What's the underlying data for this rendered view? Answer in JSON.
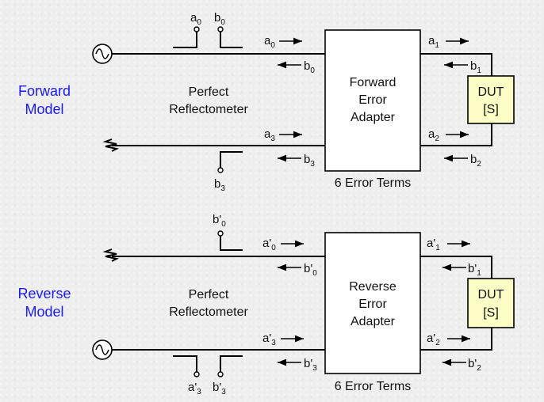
{
  "forward": {
    "model_label_line1": "Forward",
    "model_label_line2": "Model",
    "reflectometer_line1": "Perfect",
    "reflectometer_line2": "Reflectometer",
    "adapter_line1": "Forward",
    "adapter_line2": "Error",
    "adapter_line3": "Adapter",
    "error_terms": "6 Error Terms",
    "dut_line1": "DUT",
    "dut_line2": "[S]",
    "signals": {
      "tap_a0": {
        "base": "a",
        "prime": "",
        "sub": "0"
      },
      "tap_b0": {
        "base": "b",
        "prime": "",
        "sub": "0"
      },
      "a0": {
        "base": "a",
        "prime": "",
        "sub": "0"
      },
      "b0": {
        "base": "b",
        "prime": "",
        "sub": "0"
      },
      "a3": {
        "base": "a",
        "prime": "",
        "sub": "3"
      },
      "b3": {
        "base": "b",
        "prime": "",
        "sub": "3"
      },
      "tap_b3": {
        "base": "b",
        "prime": "",
        "sub": "3"
      },
      "a1": {
        "base": "a",
        "prime": "",
        "sub": "1"
      },
      "b1": {
        "base": "b",
        "prime": "",
        "sub": "1"
      },
      "a2": {
        "base": "a",
        "prime": "",
        "sub": "2"
      },
      "b2": {
        "base": "b",
        "prime": "",
        "sub": "2"
      }
    }
  },
  "reverse": {
    "model_label_line1": "Reverse",
    "model_label_line2": "Model",
    "reflectometer_line1": "Perfect",
    "reflectometer_line2": "Reflectometer",
    "adapter_line1": "Reverse",
    "adapter_line2": "Error",
    "adapter_line3": "Adapter",
    "error_terms": "6 Error Terms",
    "dut_line1": "DUT",
    "dut_line2": "[S]",
    "signals": {
      "tap_b0": {
        "base": "b",
        "prime": "'",
        "sub": "0"
      },
      "a0": {
        "base": "a",
        "prime": "'",
        "sub": "0"
      },
      "b0": {
        "base": "b",
        "prime": "'",
        "sub": "0"
      },
      "a3": {
        "base": "a",
        "prime": "'",
        "sub": "3"
      },
      "b3": {
        "base": "b",
        "prime": "'",
        "sub": "3"
      },
      "tap_a3": {
        "base": "a",
        "prime": "'",
        "sub": "3"
      },
      "tap_b3": {
        "base": "b",
        "prime": "'",
        "sub": "3"
      },
      "a1": {
        "base": "a",
        "prime": "'",
        "sub": "1"
      },
      "b1": {
        "base": "b",
        "prime": "'",
        "sub": "1"
      },
      "a2": {
        "base": "a",
        "prime": "'",
        "sub": "2"
      },
      "b2": {
        "base": "b",
        "prime": "'",
        "sub": "2"
      }
    }
  },
  "colors": {
    "model_label": "#1a1aff",
    "dut_fill": "#fdfdc6",
    "box_fill": "#ffffff",
    "line": "#000000",
    "background": "#eeeeee"
  },
  "icons": [
    "signal-source-icon",
    "termination-load-icon",
    "arrow-right-icon",
    "arrow-left-icon",
    "coupler-port-icon"
  ]
}
